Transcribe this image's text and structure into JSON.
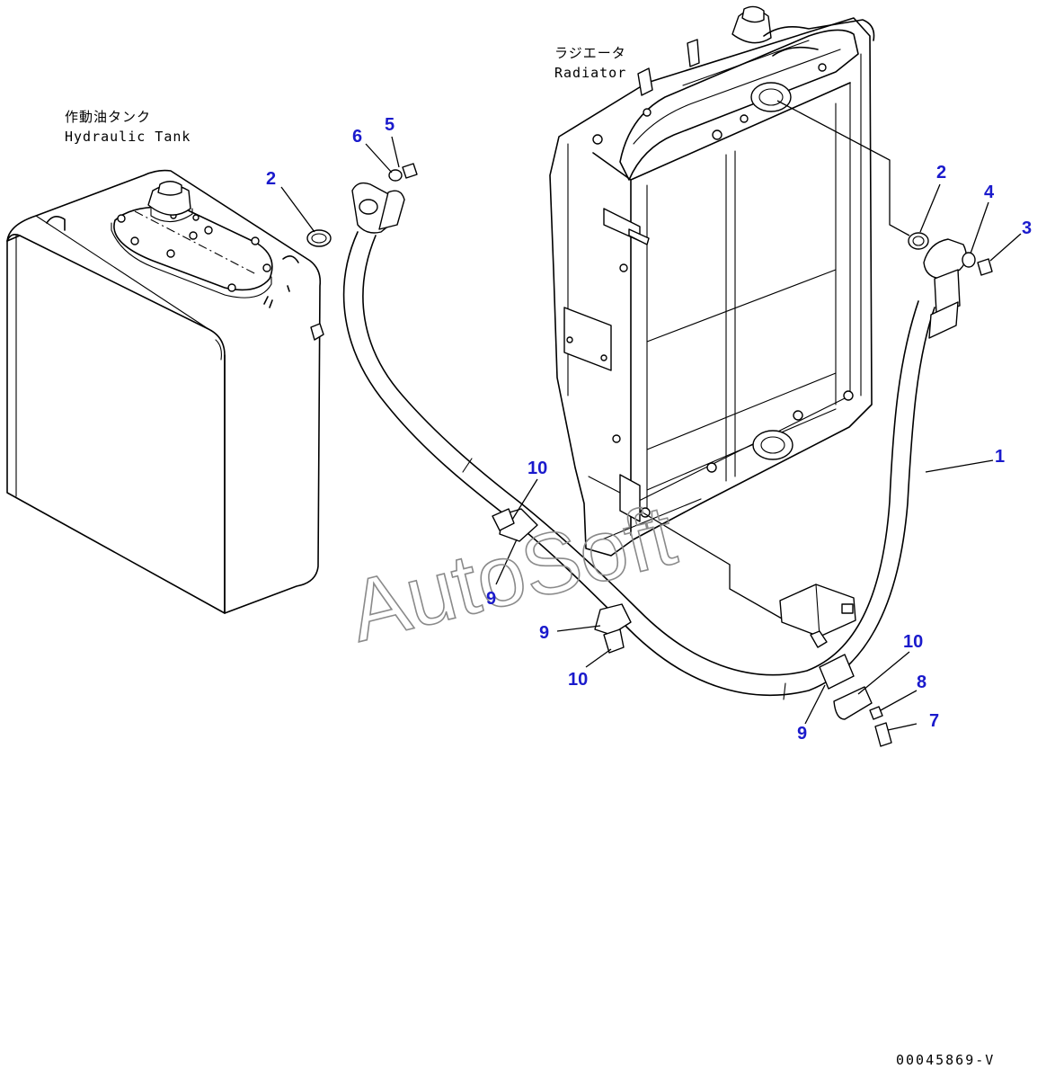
{
  "labels": {
    "tank_jp": "作動油タンク",
    "tank_en": "Hydraulic Tank",
    "radiator_jp": "ラジエータ",
    "radiator_en": "Radiator"
  },
  "callouts": {
    "c1": "1",
    "c2_tank": "2",
    "c2_radiator": "2",
    "c3": "3",
    "c4": "4",
    "c5": "5",
    "c6": "6",
    "c7": "7",
    "c8": "8",
    "c9_left": "9",
    "c9_mid": "9",
    "c9_right": "9",
    "c10_left": "10",
    "c10_mid": "10",
    "c10_right": "10"
  },
  "watermark": "AutoSoft",
  "document_id": "00045869-V",
  "colors": {
    "callout": "#1a1acc",
    "line": "#000000",
    "watermark": "#8a8a8a"
  }
}
